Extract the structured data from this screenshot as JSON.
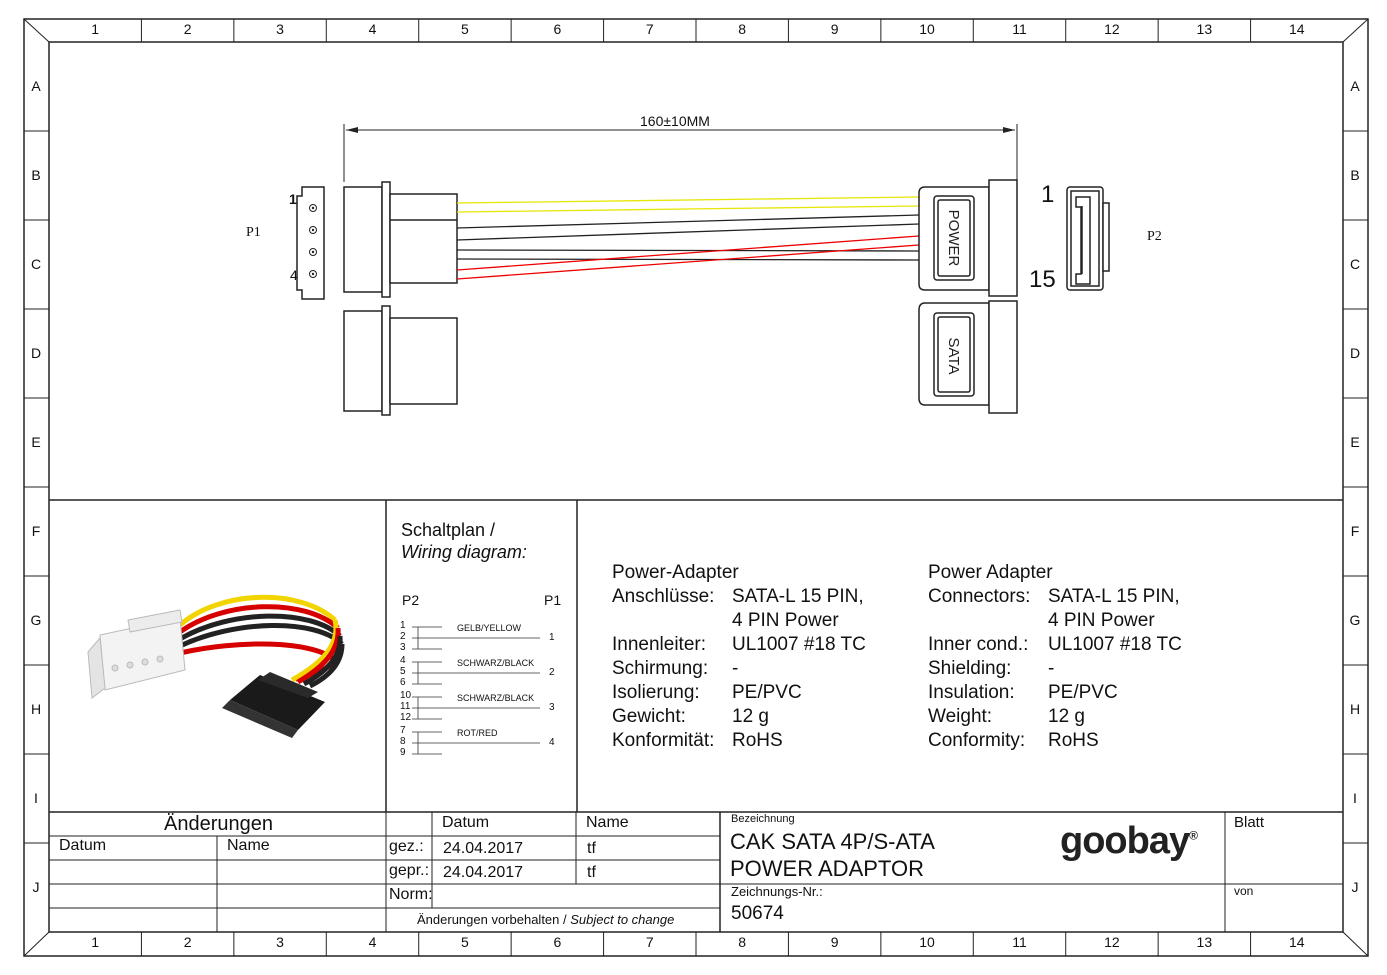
{
  "columns": [
    "1",
    "2",
    "3",
    "4",
    "5",
    "6",
    "7",
    "8",
    "9",
    "10",
    "11",
    "12",
    "13",
    "14"
  ],
  "rows": [
    "A",
    "B",
    "C",
    "D",
    "E",
    "F",
    "G",
    "H",
    "I",
    "J"
  ],
  "drawing": {
    "dimension": "160±10MM",
    "p1_label": "P1",
    "p2_label": "P2",
    "p1_pin_first": "1",
    "p1_pin_last": "4",
    "p2_pin_first": "1",
    "p2_pin_last": "15",
    "power_label": "POWER",
    "sata_label": "SATA"
  },
  "wiring": {
    "title_de": "Schaltplan /",
    "title_en": "Wiring diagram:",
    "left_header": "P2",
    "right_header": "P1",
    "groups": [
      {
        "pins": [
          "1",
          "2",
          "3"
        ],
        "label": "GELB/YELLOW",
        "p1": "1"
      },
      {
        "pins": [
          "4",
          "5",
          "6"
        ],
        "label": "SCHWARZ/BLACK",
        "p1": "2"
      },
      {
        "pins": [
          "10",
          "11",
          "12"
        ],
        "label": "SCHWARZ/BLACK",
        "p1": "3"
      },
      {
        "pins": [
          "7",
          "8",
          "9"
        ],
        "label": "ROT/RED",
        "p1": "4"
      }
    ]
  },
  "spec_de": {
    "title": "Power-Adapter",
    "rows": [
      {
        "k": "Anschlüsse:",
        "v": "SATA-L 15 PIN,"
      },
      {
        "k": "",
        "v": "4 PIN Power"
      },
      {
        "k": "Innenleiter:",
        "v": "UL1007 #18 TC"
      },
      {
        "k": "Schirmung:",
        "v": "-"
      },
      {
        "k": "Isolierung:",
        "v": "PE/PVC"
      },
      {
        "k": "Gewicht:",
        "v": "12 g"
      },
      {
        "k": "Konformität:",
        "v": "RoHS"
      }
    ]
  },
  "spec_en": {
    "title": "Power Adapter",
    "rows": [
      {
        "k": "Connectors:",
        "v": "SATA-L 15 PIN,"
      },
      {
        "k": "",
        "v": "4 PIN Power"
      },
      {
        "k": "Inner cond.:",
        "v": "UL1007 #18 TC"
      },
      {
        "k": "Shielding:",
        "v": "-"
      },
      {
        "k": "Insulation:",
        "v": "PE/PVC"
      },
      {
        "k": "Weight:",
        "v": "12 g"
      },
      {
        "k": "Conformity:",
        "v": "RoHS"
      }
    ]
  },
  "titleblock": {
    "changes": "Änderungen",
    "datum_col": "Datum",
    "name_col": "Name",
    "gez": "gez.:",
    "gepr": "gepr.:",
    "norm": "Norm:",
    "datum_header": "Datum",
    "name_header": "Name",
    "gez_date": "24.04.2017",
    "gepr_date": "24.04.2017",
    "gez_name": "tf",
    "gepr_name": "tf",
    "subject_de": "Änderungen vorbehalten /",
    "subject_en": "Subject to change",
    "bezeichnung": "Bezeichnung",
    "title_line1": "CAK SATA 4P/S-ATA",
    "title_line2": "POWER ADAPTOR",
    "drawing_no_label": "Zeichnungs-Nr.:",
    "drawing_no": "50674",
    "blatt": "Blatt",
    "von": "von",
    "brand": "goobay",
    "brand_mark": "®"
  }
}
